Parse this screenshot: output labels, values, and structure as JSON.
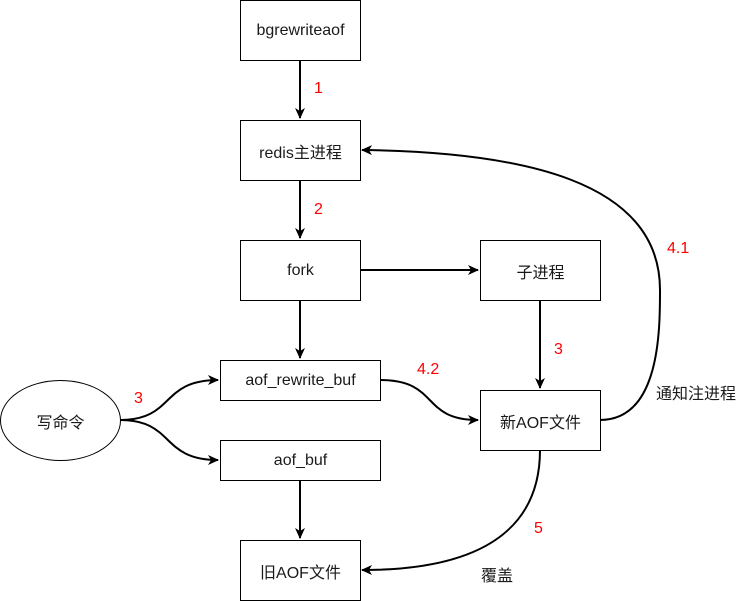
{
  "nodes": {
    "bgrewriteaof": "bgrewriteaof",
    "redis_main": "redis主进程",
    "fork": "fork",
    "child": "子进程",
    "aof_rewrite_buf": "aof_rewrite_buf",
    "aof_buf": "aof_buf",
    "write_cmd": "写命令",
    "new_aof": "新AOF文件",
    "old_aof": "旧AOF文件"
  },
  "edge_labels": {
    "step1": "1",
    "step2": "2",
    "step3_write": "3",
    "step3_child": "3",
    "step4_2": "4.2",
    "step4_1": "4.1",
    "notify": "通知注进程",
    "step5": "5",
    "overwrite": "覆盖"
  },
  "colors": {
    "step_label": "#ff0000",
    "line": "#000000"
  }
}
